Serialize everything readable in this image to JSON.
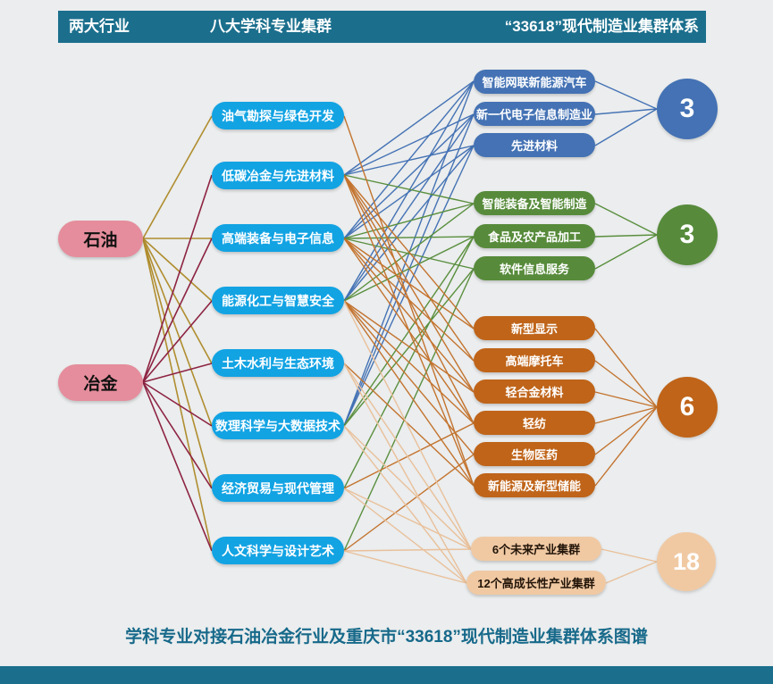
{
  "header": {
    "left": "两大行业",
    "middle": "八大学科专业集群",
    "right": "“33618”现代制造业集群体系"
  },
  "industries": [
    {
      "id": "P",
      "label": "石油"
    },
    {
      "id": "M",
      "label": "冶金"
    }
  ],
  "disciplines": [
    {
      "id": "d1",
      "label": "油气勘探与绿色开发"
    },
    {
      "id": "d2",
      "label": "低碳冶金与先进材料"
    },
    {
      "id": "d3",
      "label": "高端装备与电子信息"
    },
    {
      "id": "d4",
      "label": "能源化工与智慧安全"
    },
    {
      "id": "d5",
      "label": "土木水利与生态环境"
    },
    {
      "id": "d6",
      "label": "数理科学与大数据技术"
    },
    {
      "id": "d7",
      "label": "经济贸易与现代管理"
    },
    {
      "id": "d8",
      "label": "人文科学与设计艺术"
    }
  ],
  "clusters": {
    "blue": {
      "count": "3",
      "color": "#4472b4",
      "items": [
        {
          "id": "b1",
          "label": "智能网联新能源汽车"
        },
        {
          "id": "b2",
          "label": "新一代电子信息制造业"
        },
        {
          "id": "b3",
          "label": "先进材料"
        }
      ]
    },
    "green": {
      "count": "3",
      "color": "#578b3b",
      "items": [
        {
          "id": "g1",
          "label": "智能装备及智能制造"
        },
        {
          "id": "g2",
          "label": "食品及农产品加工"
        },
        {
          "id": "g3",
          "label": "软件信息服务"
        }
      ]
    },
    "orange": {
      "count": "6",
      "color": "#bf6419",
      "items": [
        {
          "id": "o1",
          "label": "新型显示"
        },
        {
          "id": "o2",
          "label": "高端摩托车"
        },
        {
          "id": "o3",
          "label": "轻合金材料"
        },
        {
          "id": "o4",
          "label": "轻纺"
        },
        {
          "id": "o5",
          "label": "生物医药"
        },
        {
          "id": "o6",
          "label": "新能源及新型储能"
        }
      ]
    },
    "tan": {
      "count": "18",
      "color": "#f0c9a3",
      "items": [
        {
          "id": "t1",
          "label": "6个未来产业集群"
        },
        {
          "id": "t2",
          "label": "12个高成长性产业集群"
        }
      ]
    }
  },
  "caption": "学科专业对接石油冶金行业及重庆市“33618”现代制造业集群体系图谱",
  "colors": {
    "gold": "#b08d2f",
    "red": "#8d2342",
    "blue": "#4472b4",
    "green": "#5a8f3e",
    "orange": "#c3732e",
    "tan": "#e9c09a",
    "teal_bar": "#1b6f8d",
    "pink_box": "#e58d9c",
    "skyblue_box": "#12a3e3",
    "tan_box": "#f0c9a3",
    "background": "#ebedee",
    "caption_text": "#17698a"
  },
  "edges": [
    [
      "P",
      "d1",
      "gold"
    ],
    [
      "P",
      "d3",
      "gold"
    ],
    [
      "P",
      "d4",
      "gold"
    ],
    [
      "P",
      "d5",
      "gold"
    ],
    [
      "P",
      "d6",
      "gold"
    ],
    [
      "P",
      "d7",
      "gold"
    ],
    [
      "P",
      "d8",
      "gold"
    ],
    [
      "M",
      "d2",
      "red"
    ],
    [
      "M",
      "d3",
      "red"
    ],
    [
      "M",
      "d4",
      "red"
    ],
    [
      "M",
      "d5",
      "red"
    ],
    [
      "M",
      "d6",
      "red"
    ],
    [
      "M",
      "d7",
      "red"
    ],
    [
      "M",
      "d8",
      "red"
    ],
    [
      "d2",
      "b1",
      "blue"
    ],
    [
      "d2",
      "b2",
      "blue"
    ],
    [
      "d2",
      "b3",
      "blue"
    ],
    [
      "d3",
      "b1",
      "blue"
    ],
    [
      "d3",
      "b2",
      "blue"
    ],
    [
      "d3",
      "b3",
      "blue"
    ],
    [
      "d4",
      "b1",
      "blue"
    ],
    [
      "d4",
      "b2",
      "blue"
    ],
    [
      "d4",
      "b3",
      "blue"
    ],
    [
      "d6",
      "b1",
      "blue"
    ],
    [
      "d6",
      "b2",
      "blue"
    ],
    [
      "d6",
      "b3",
      "blue"
    ],
    [
      "d2",
      "g1",
      "green"
    ],
    [
      "d3",
      "g1",
      "green"
    ],
    [
      "d3",
      "g2",
      "green"
    ],
    [
      "d3",
      "g3",
      "green"
    ],
    [
      "d4",
      "g1",
      "green"
    ],
    [
      "d4",
      "g2",
      "green"
    ],
    [
      "d6",
      "g2",
      "green"
    ],
    [
      "d6",
      "g3",
      "green"
    ],
    [
      "d7",
      "g2",
      "green"
    ],
    [
      "d8",
      "g3",
      "green"
    ],
    [
      "d1",
      "o6",
      "orange"
    ],
    [
      "d2",
      "o1",
      "orange"
    ],
    [
      "d2",
      "o2",
      "orange"
    ],
    [
      "d2",
      "o3",
      "orange"
    ],
    [
      "d2",
      "o4",
      "orange"
    ],
    [
      "d2",
      "o6",
      "orange"
    ],
    [
      "d3",
      "o1",
      "orange"
    ],
    [
      "d3",
      "o2",
      "orange"
    ],
    [
      "d3",
      "o3",
      "orange"
    ],
    [
      "d3",
      "o4",
      "orange"
    ],
    [
      "d4",
      "o3",
      "orange"
    ],
    [
      "d4",
      "o4",
      "orange"
    ],
    [
      "d4",
      "o5",
      "orange"
    ],
    [
      "d4",
      "o6",
      "orange"
    ],
    [
      "d5",
      "o6",
      "orange"
    ],
    [
      "d7",
      "o4",
      "orange"
    ],
    [
      "d8",
      "o5",
      "orange"
    ],
    [
      "d4",
      "t1",
      "tan"
    ],
    [
      "d5",
      "t1",
      "tan"
    ],
    [
      "d5",
      "t2",
      "tan"
    ],
    [
      "d6",
      "t1",
      "tan"
    ],
    [
      "d6",
      "t2",
      "tan"
    ],
    [
      "d7",
      "t1",
      "tan"
    ],
    [
      "d7",
      "t2",
      "tan"
    ],
    [
      "d8",
      "t1",
      "tan"
    ],
    [
      "d8",
      "t2",
      "tan"
    ],
    [
      "b1",
      "CB",
      "blue"
    ],
    [
      "b2",
      "CB",
      "blue"
    ],
    [
      "b3",
      "CB",
      "blue"
    ],
    [
      "g1",
      "CG",
      "green"
    ],
    [
      "g2",
      "CG",
      "green"
    ],
    [
      "g3",
      "CG",
      "green"
    ],
    [
      "o1",
      "CO",
      "orange"
    ],
    [
      "o2",
      "CO",
      "orange"
    ],
    [
      "o3",
      "CO",
      "orange"
    ],
    [
      "o4",
      "CO",
      "orange"
    ],
    [
      "o5",
      "CO",
      "orange"
    ],
    [
      "o6",
      "CO",
      "orange"
    ],
    [
      "t1",
      "CT",
      "tan"
    ],
    [
      "t2",
      "CT",
      "tan"
    ]
  ]
}
